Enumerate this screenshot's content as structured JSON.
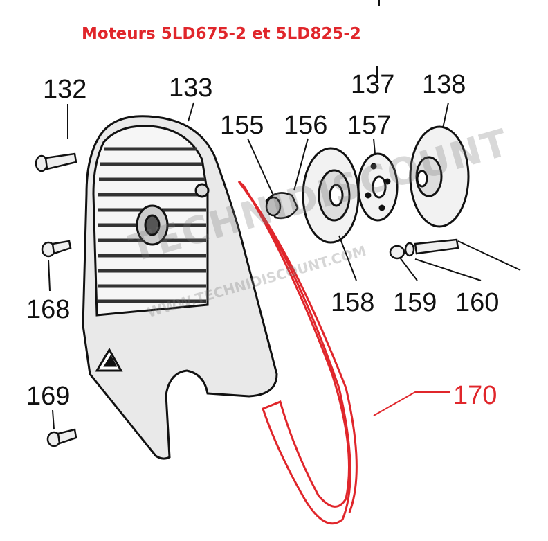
{
  "title": "Moteurs 5LD675-2 et 5LD825-2",
  "callouts": {
    "c132": "132",
    "c133": "133",
    "c137": "137",
    "c138": "138",
    "c155": "155",
    "c156": "156",
    "c157": "157",
    "c158": "158",
    "c159": "159",
    "c160": "160",
    "c168": "168",
    "c169": "169",
    "c170": "170"
  },
  "watermark": {
    "brand": "TECHNIDISCOUNT",
    "url": "WWW.TECHNIDISCOUNT.COM"
  },
  "colors": {
    "highlight": "#e0262b",
    "ink": "#111111"
  }
}
